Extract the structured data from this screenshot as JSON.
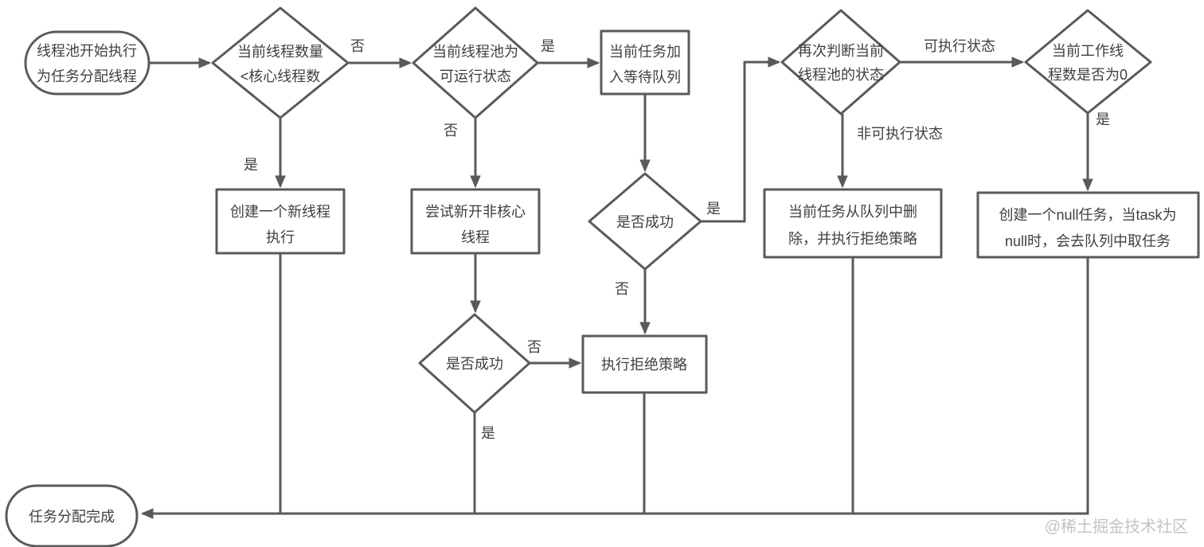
{
  "diagram": {
    "title_hint": "线程池任务分配流程图",
    "colors": {
      "line": "#5a5a5a",
      "text": "#3f3f3f",
      "watermark": "#c3c3c3",
      "background": "#ffffff"
    },
    "nodes": {
      "start": {
        "lines": [
          "线程池开始执行",
          "为任务分配线程"
        ]
      },
      "d1_core_count": {
        "lines": [
          "当前线程数量",
          "<核心线程数"
        ]
      },
      "d2_pool_runnable": {
        "lines": [
          "当前线程池为",
          "可运行状态"
        ]
      },
      "box_enqueue": {
        "lines": [
          "当前任务加",
          "入等待队列"
        ]
      },
      "d3_recheck_state": {
        "lines": [
          "再次判断当前",
          "线程池的状态"
        ]
      },
      "d4_worker_zero": {
        "lines": [
          "当前工作线",
          "程数是否为0"
        ]
      },
      "box_create_thread": {
        "lines": [
          "创建一个新线程",
          "执行"
        ]
      },
      "box_noncore_thread": {
        "lines": [
          "尝试新开非核心",
          "线程"
        ]
      },
      "d_success_mid": {
        "lines": [
          "是否成功"
        ]
      },
      "box_remove_reject": {
        "lines": [
          "当前任务从队列中删",
          "除，并执行拒绝策略"
        ]
      },
      "box_null_task": {
        "lines": [
          "创建一个null任务，当task为",
          "null时，会去队列中取任务"
        ]
      },
      "d_success_bottom": {
        "lines": [
          "是否成功"
        ]
      },
      "box_reject": {
        "lines": [
          "执行拒绝策略"
        ]
      },
      "end": {
        "lines": [
          "任务分配完成"
        ]
      }
    },
    "labels": {
      "d1_no": "否",
      "d1_yes": "是",
      "d2_yes": "是",
      "d2_no": "否",
      "mid_yes": "是",
      "mid_no": "否",
      "d3_runnable": "可执行状态",
      "d3_not_runnable": "非可执行状态",
      "d4_yes": "是",
      "bottom_no": "否",
      "bottom_yes": "是"
    },
    "watermark": "@稀土掘金技术社区"
  }
}
